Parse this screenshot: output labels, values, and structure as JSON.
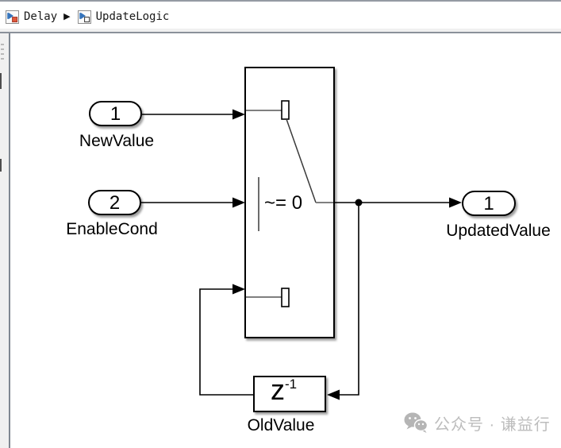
{
  "breadcrumb": {
    "separator": "▶",
    "items": [
      {
        "label": "Delay",
        "icon": "simulink-model-icon"
      },
      {
        "label": "UpdateLogic",
        "icon": "simulink-subsystem-icon"
      }
    ]
  },
  "diagram": {
    "inport_newvalue": {
      "number": "1",
      "label": "NewValue"
    },
    "inport_enablecond": {
      "number": "2",
      "label": "EnableCond"
    },
    "outport_updatedvalue": {
      "number": "1",
      "label": "UpdatedValue"
    },
    "switch_block": {
      "threshold_text": "~= 0"
    },
    "delay_block": {
      "base": "z",
      "exponent": "-1",
      "label": "OldValue"
    }
  },
  "watermark": {
    "icon": "wechat-icon",
    "text": "公众号 · 谦益行"
  },
  "colors": {
    "chrome_border": "#8b919a",
    "panel_gray": "#f0f0f0",
    "line_black": "#000000",
    "switch_interior_gray": "#7f7f7f",
    "icon_arrow_blue": "#3574bc",
    "icon_square_orange": "#e0593c",
    "watermark_gray": "#bdbdbd"
  }
}
